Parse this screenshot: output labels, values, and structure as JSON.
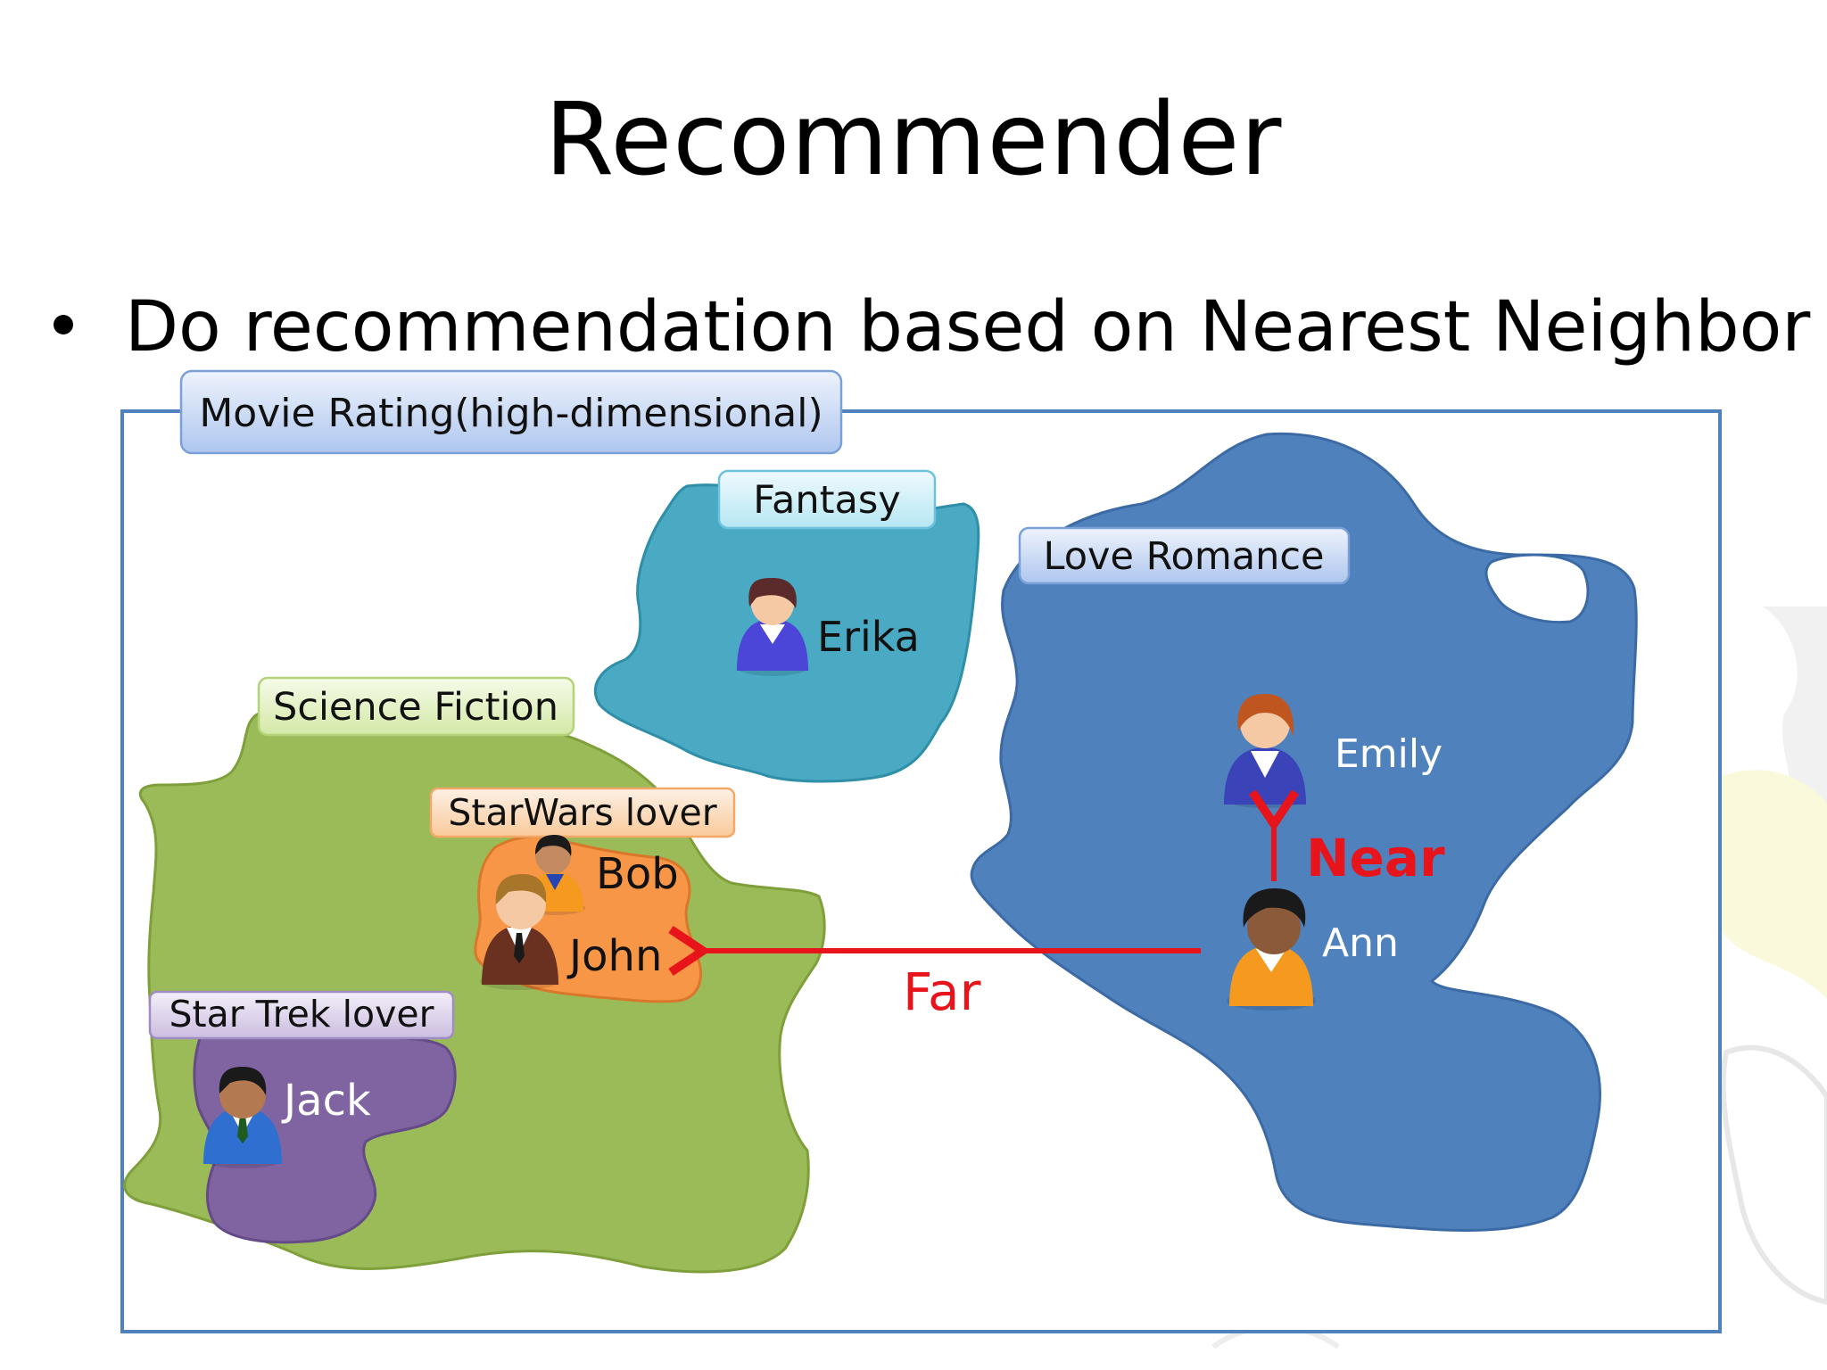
{
  "slide": {
    "title": "Recommender",
    "bullet": "Do recommendation based on Nearest Neighbor"
  },
  "diagram": {
    "frame_label": "Movie Rating(high-dimensional)",
    "regions": {
      "fantasy": "Fantasy",
      "love_romance": "Love Romance",
      "science_fiction": "Science Fiction",
      "starwars_lover": "StarWars lover",
      "star_trek_lover": "Star Trek lover"
    },
    "people": {
      "erika": "Erika",
      "emily": "Emily",
      "ann": "Ann",
      "bob": "Bob",
      "john": "John",
      "jack": "Jack"
    },
    "relations": {
      "near": "Near",
      "far": "Far"
    },
    "colors": {
      "fantasy": "#4aaac4",
      "love_romance": "#4f81bd",
      "science_fiction": "#9bbb59",
      "starwars_lover": "#f79646",
      "star_trek_lover": "#8064a2",
      "arrow": "#e8141b",
      "frame": "#4f81bd"
    }
  }
}
